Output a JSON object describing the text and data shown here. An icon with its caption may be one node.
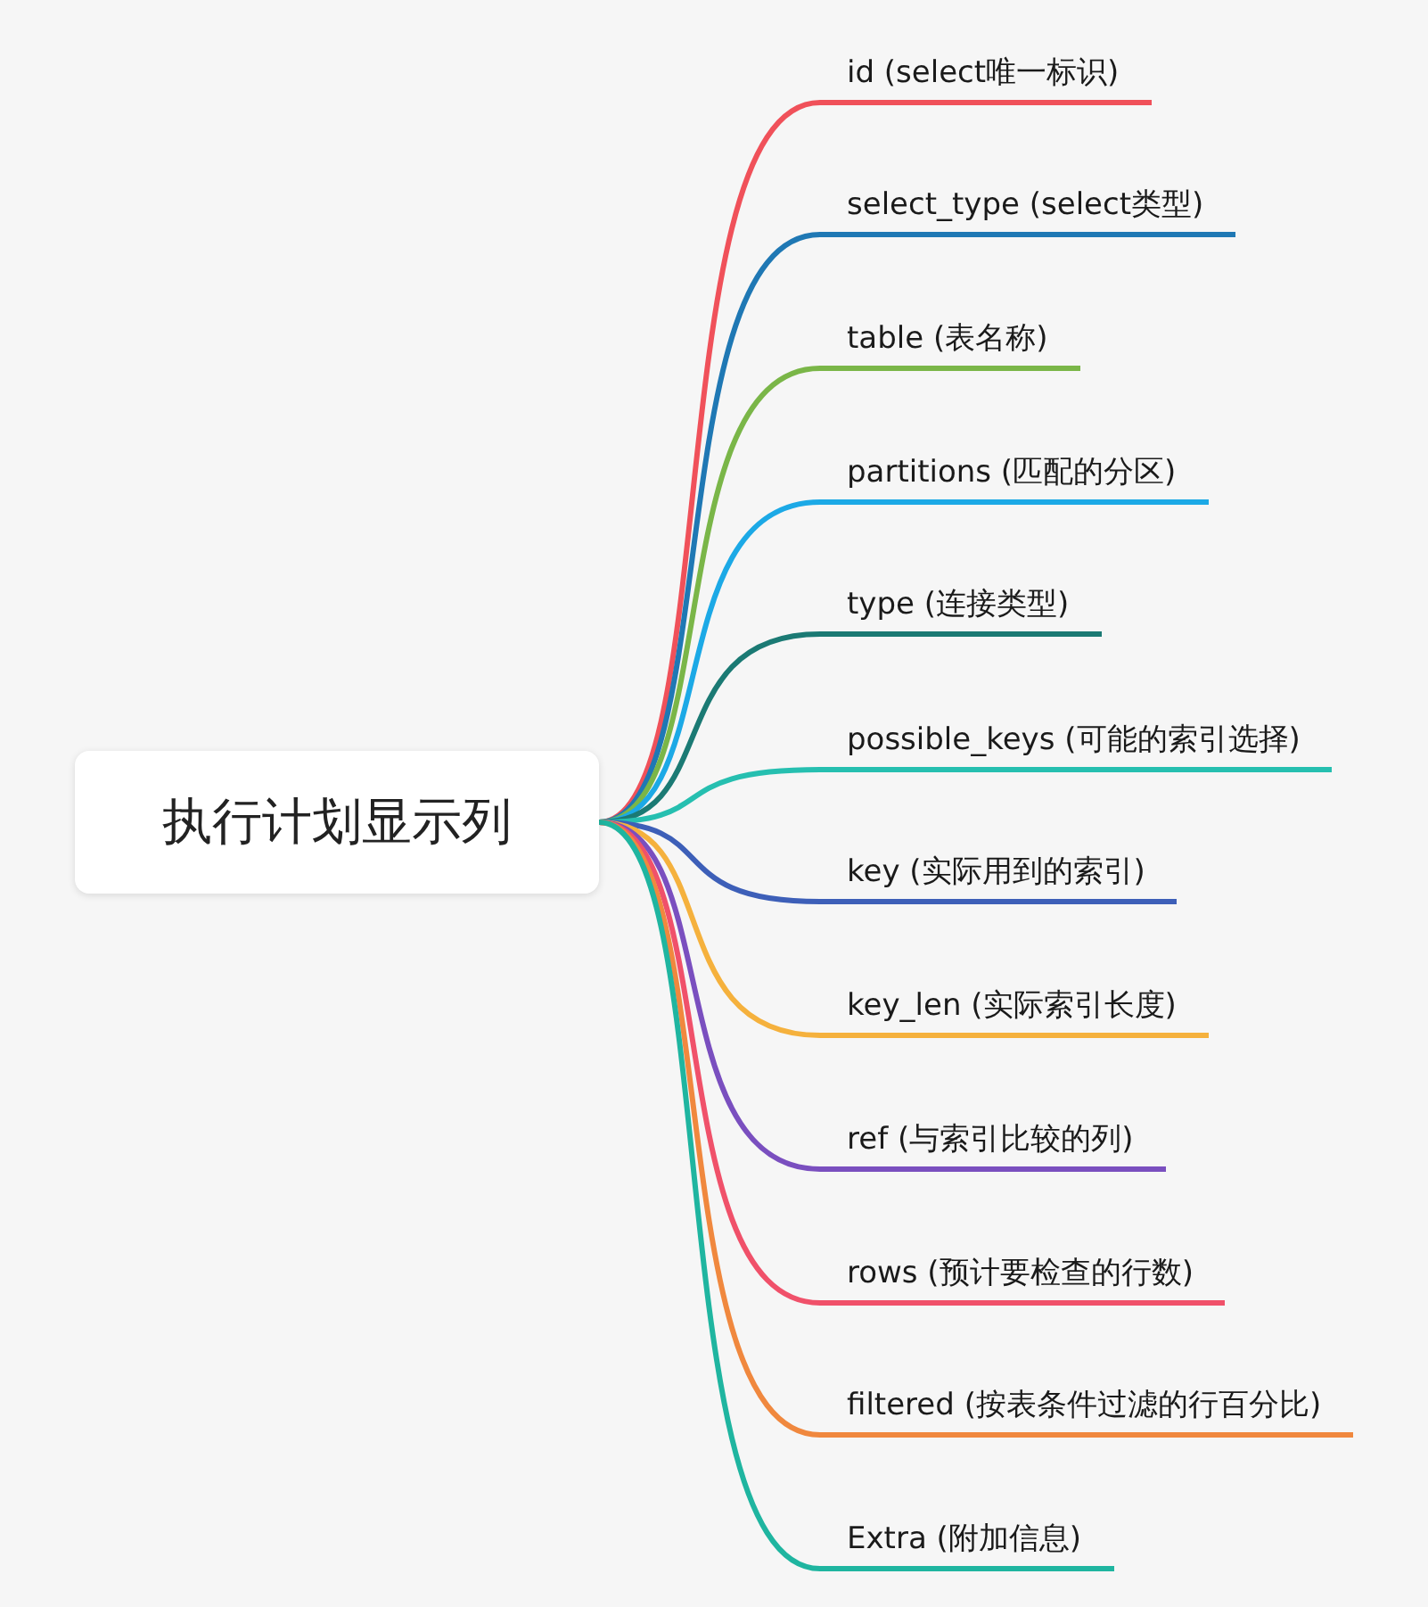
{
  "diagram": {
    "nodes": [
      {
        "text": [
          "执行计划显示列"
        ]
      },
      {
        "text": [
          "id (select唯一标识)"
        ]
      },
      {
        "text": [
          "select_type (select类型)"
        ]
      },
      {
        "text": [
          "table (表名称)"
        ]
      },
      {
        "text": [
          "partitions (匹配的分区)"
        ]
      },
      {
        "text": [
          "type (连接类型)"
        ]
      },
      {
        "text": [
          "possible_keys (可能的索引选择)"
        ]
      },
      {
        "text": [
          "key (实际用到的索引)"
        ]
      },
      {
        "text": [
          "key_len (实际索引长度)"
        ]
      },
      {
        "text": [
          "ref (与索引比较的列)"
        ]
      },
      {
        "text": [
          "rows (预计要检查的行数)"
        ]
      },
      {
        "text": [
          "filtered (按表条件过滤的行百分比)"
        ]
      },
      {
        "text": [
          "Extra (附加信息)"
        ]
      }
    ],
    "edges": [
      {
        "from": 0,
        "to": 1,
        "arrow": "none",
        "color": "#f0515a"
      },
      {
        "from": 0,
        "to": 2,
        "arrow": "none",
        "color": "#1f78b4"
      },
      {
        "from": 0,
        "to": 3,
        "arrow": "none",
        "color": "#7ab648"
      },
      {
        "from": 0,
        "to": 4,
        "arrow": "none",
        "color": "#1ca9e6"
      },
      {
        "from": 0,
        "to": 5,
        "arrow": "none",
        "color": "#1b7a74"
      },
      {
        "from": 0,
        "to": 6,
        "arrow": "none",
        "color": "#26bfb0"
      },
      {
        "from": 0,
        "to": 7,
        "arrow": "none",
        "color": "#3d5fb8"
      },
      {
        "from": 0,
        "to": 8,
        "arrow": "none",
        "color": "#f5b13d"
      },
      {
        "from": 0,
        "to": 9,
        "arrow": "none",
        "color": "#7a4fbf"
      },
      {
        "from": 0,
        "to": 10,
        "arrow": "none",
        "color": "#f0516a"
      },
      {
        "from": 0,
        "to": 11,
        "arrow": "none",
        "color": "#f0883e"
      },
      {
        "from": 0,
        "to": 12,
        "arrow": "none",
        "color": "#1fb5a0"
      }
    ]
  }
}
